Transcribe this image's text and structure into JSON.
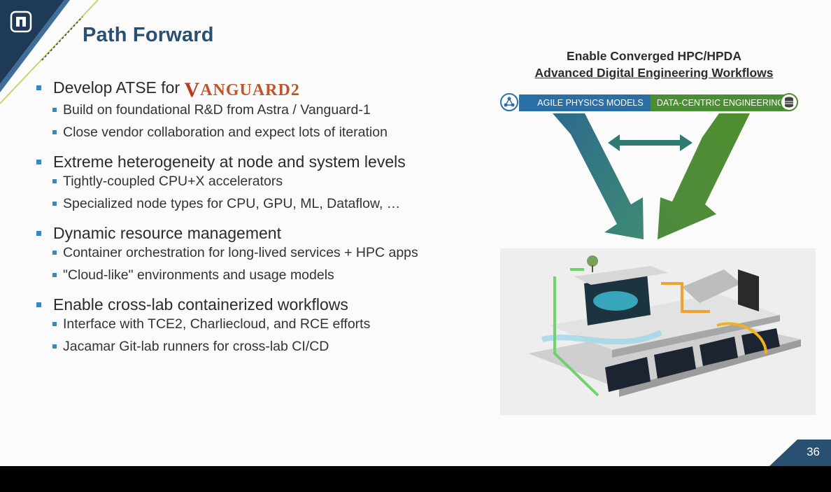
{
  "slide": {
    "title": "Path Forward",
    "page_number": "36"
  },
  "bullets": [
    {
      "text": "Develop ATSE for",
      "logo_text": "ANGUARD2",
      "logo_initial": "V",
      "subs": [
        "Build on foundational R&D from Astra / Vanguard-1",
        "Close vendor collaboration and expect lots of iteration"
      ]
    },
    {
      "text": "Extreme heterogeneity at node and system levels",
      "subs": [
        "Tightly-coupled CPU+X accelerators",
        "Specialized node types for CPU, GPU, ML, Dataflow, …"
      ]
    },
    {
      "text": "Dynamic resource management",
      "subs": [
        "Container orchestration for long-lived services + HPC apps",
        "\"Cloud-like\" environments and usage models"
      ]
    },
    {
      "text": "Enable cross-lab containerized workflows",
      "subs": [
        "Interface with TCE2, Charliecloud, and RCE efforts",
        "Jacamar Git-lab runners for cross-lab CI/CD"
      ]
    }
  ],
  "diagram": {
    "title_line1": "Enable Converged HPC/HPDA",
    "title_line2": "Advanced Digital Engineering Workflows",
    "left_tag": "AGILE PHYSICS MODELS",
    "right_tag": "DATA-CENTRIC ENGINEERING",
    "left_icon": "physics-atom-icon",
    "right_icon": "database-icon"
  },
  "colors": {
    "title": "#2a5071",
    "bullet_marker": "#3a87b9",
    "blue_tag": "#2b6fa7",
    "green_tag": "#4a8e34",
    "corner_navy": "#1e3a56"
  }
}
